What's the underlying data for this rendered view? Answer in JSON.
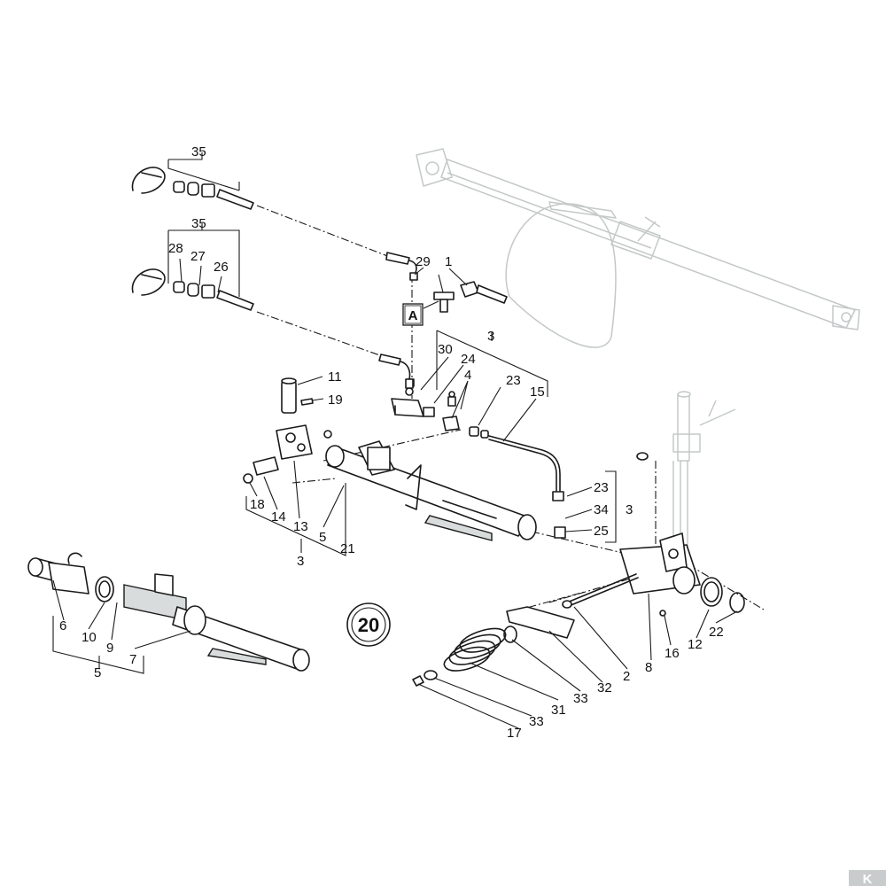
{
  "diagram": {
    "group_number": "20",
    "detail_marker": "A",
    "logo_text": "K",
    "callouts": {
      "c35a": "35",
      "c35b": "35",
      "c28": "28",
      "c27": "27",
      "c26": "26",
      "c29": "29",
      "c1": "1",
      "cA": "A",
      "c3a": "3",
      "c30": "30",
      "c24": "24",
      "c4": "4",
      "c23a": "23",
      "c15": "15",
      "c11": "11",
      "c19": "19",
      "c18": "18",
      "c14": "14",
      "c13": "13",
      "c5a": "5",
      "c21": "21",
      "c3b": "3",
      "c23b": "23",
      "c34": "34",
      "c3c": "3",
      "c25": "25",
      "c6": "6",
      "c10": "10",
      "c9": "9",
      "c7": "7",
      "c5b": "5",
      "c2": "2",
      "c8": "8",
      "c16": "16",
      "c12": "12",
      "c22": "22",
      "c32": "32",
      "c33a": "33",
      "c31": "31",
      "c33b": "33",
      "c17": "17"
    }
  }
}
